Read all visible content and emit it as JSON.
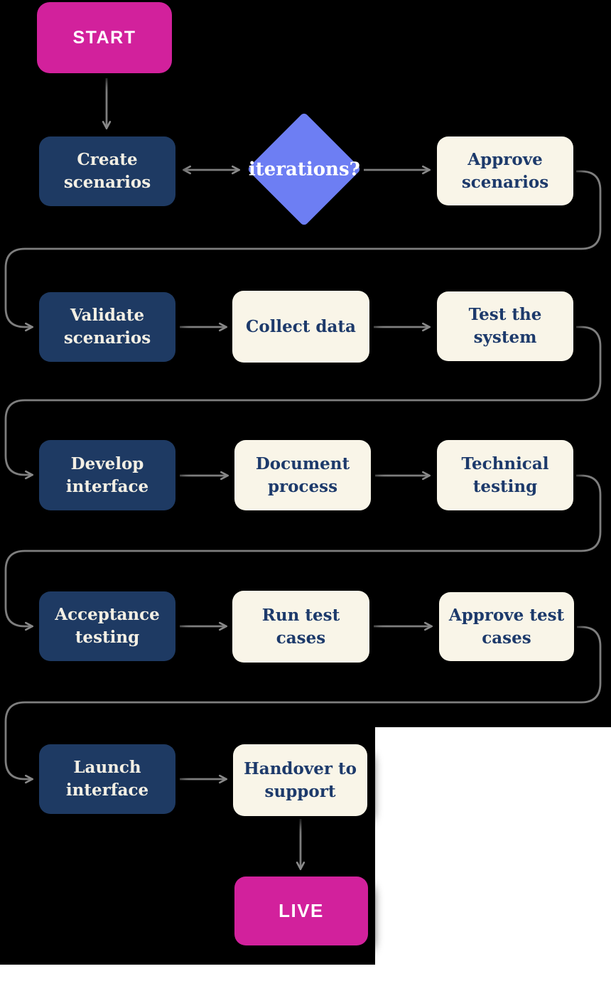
{
  "diagram": {
    "type": "flowchart",
    "nodes": {
      "start": {
        "label": "START",
        "kind": "terminal"
      },
      "create_scenarios": {
        "label": "Create scenarios",
        "kind": "step-primary"
      },
      "iterations": {
        "label": "iterations?",
        "kind": "decision"
      },
      "approve_scenarios": {
        "label": "Approve scenarios",
        "kind": "step-secondary"
      },
      "validate_scenarios": {
        "label": "Validate scenarios",
        "kind": "step-primary"
      },
      "collect_data": {
        "label": "Collect data",
        "kind": "step-secondary"
      },
      "test_system": {
        "label": "Test the system",
        "kind": "step-secondary"
      },
      "develop_interface": {
        "label": "Develop interface",
        "kind": "step-primary"
      },
      "document_process": {
        "label": "Document process",
        "kind": "step-secondary"
      },
      "technical_testing": {
        "label": "Technical testing",
        "kind": "step-secondary"
      },
      "acceptance_testing": {
        "label": "Acceptance testing",
        "kind": "step-primary"
      },
      "run_test_cases": {
        "label": "Run test cases",
        "kind": "step-secondary"
      },
      "approve_test_cases": {
        "label": "Approve test cases",
        "kind": "step-secondary"
      },
      "launch_interface": {
        "label": "Launch interface",
        "kind": "step-primary"
      },
      "handover_support": {
        "label": "Handover to support",
        "kind": "step-secondary"
      },
      "live": {
        "label": "LIVE",
        "kind": "terminal"
      }
    },
    "edges": [
      {
        "from": "start",
        "to": "create_scenarios",
        "direction": "down"
      },
      {
        "from": "create_scenarios",
        "to": "iterations",
        "direction": "both"
      },
      {
        "from": "iterations",
        "to": "approve_scenarios",
        "direction": "right"
      },
      {
        "from": "approve_scenarios",
        "to": "validate_scenarios",
        "direction": "wrap"
      },
      {
        "from": "validate_scenarios",
        "to": "collect_data",
        "direction": "right"
      },
      {
        "from": "collect_data",
        "to": "test_system",
        "direction": "right"
      },
      {
        "from": "test_system",
        "to": "develop_interface",
        "direction": "wrap"
      },
      {
        "from": "develop_interface",
        "to": "document_process",
        "direction": "right"
      },
      {
        "from": "document_process",
        "to": "technical_testing",
        "direction": "right"
      },
      {
        "from": "technical_testing",
        "to": "acceptance_testing",
        "direction": "wrap"
      },
      {
        "from": "acceptance_testing",
        "to": "run_test_cases",
        "direction": "right"
      },
      {
        "from": "run_test_cases",
        "to": "approve_test_cases",
        "direction": "right"
      },
      {
        "from": "approve_test_cases",
        "to": "launch_interface",
        "direction": "wrap"
      },
      {
        "from": "launch_interface",
        "to": "handover_support",
        "direction": "right"
      },
      {
        "from": "handover_support",
        "to": "live",
        "direction": "down"
      }
    ],
    "colors": {
      "terminal_magenta": "#d2219c",
      "primary_navy": "#1e3a63",
      "secondary_cream": "#f9f5e8",
      "decision_periwinkle": "#6d7ef3",
      "connector_gray": "#7e7e7e",
      "text_light": "#ffffff",
      "text_dark": "#1d3a6b",
      "canvas_black": "#000000",
      "page_white": "#ffffff"
    }
  }
}
